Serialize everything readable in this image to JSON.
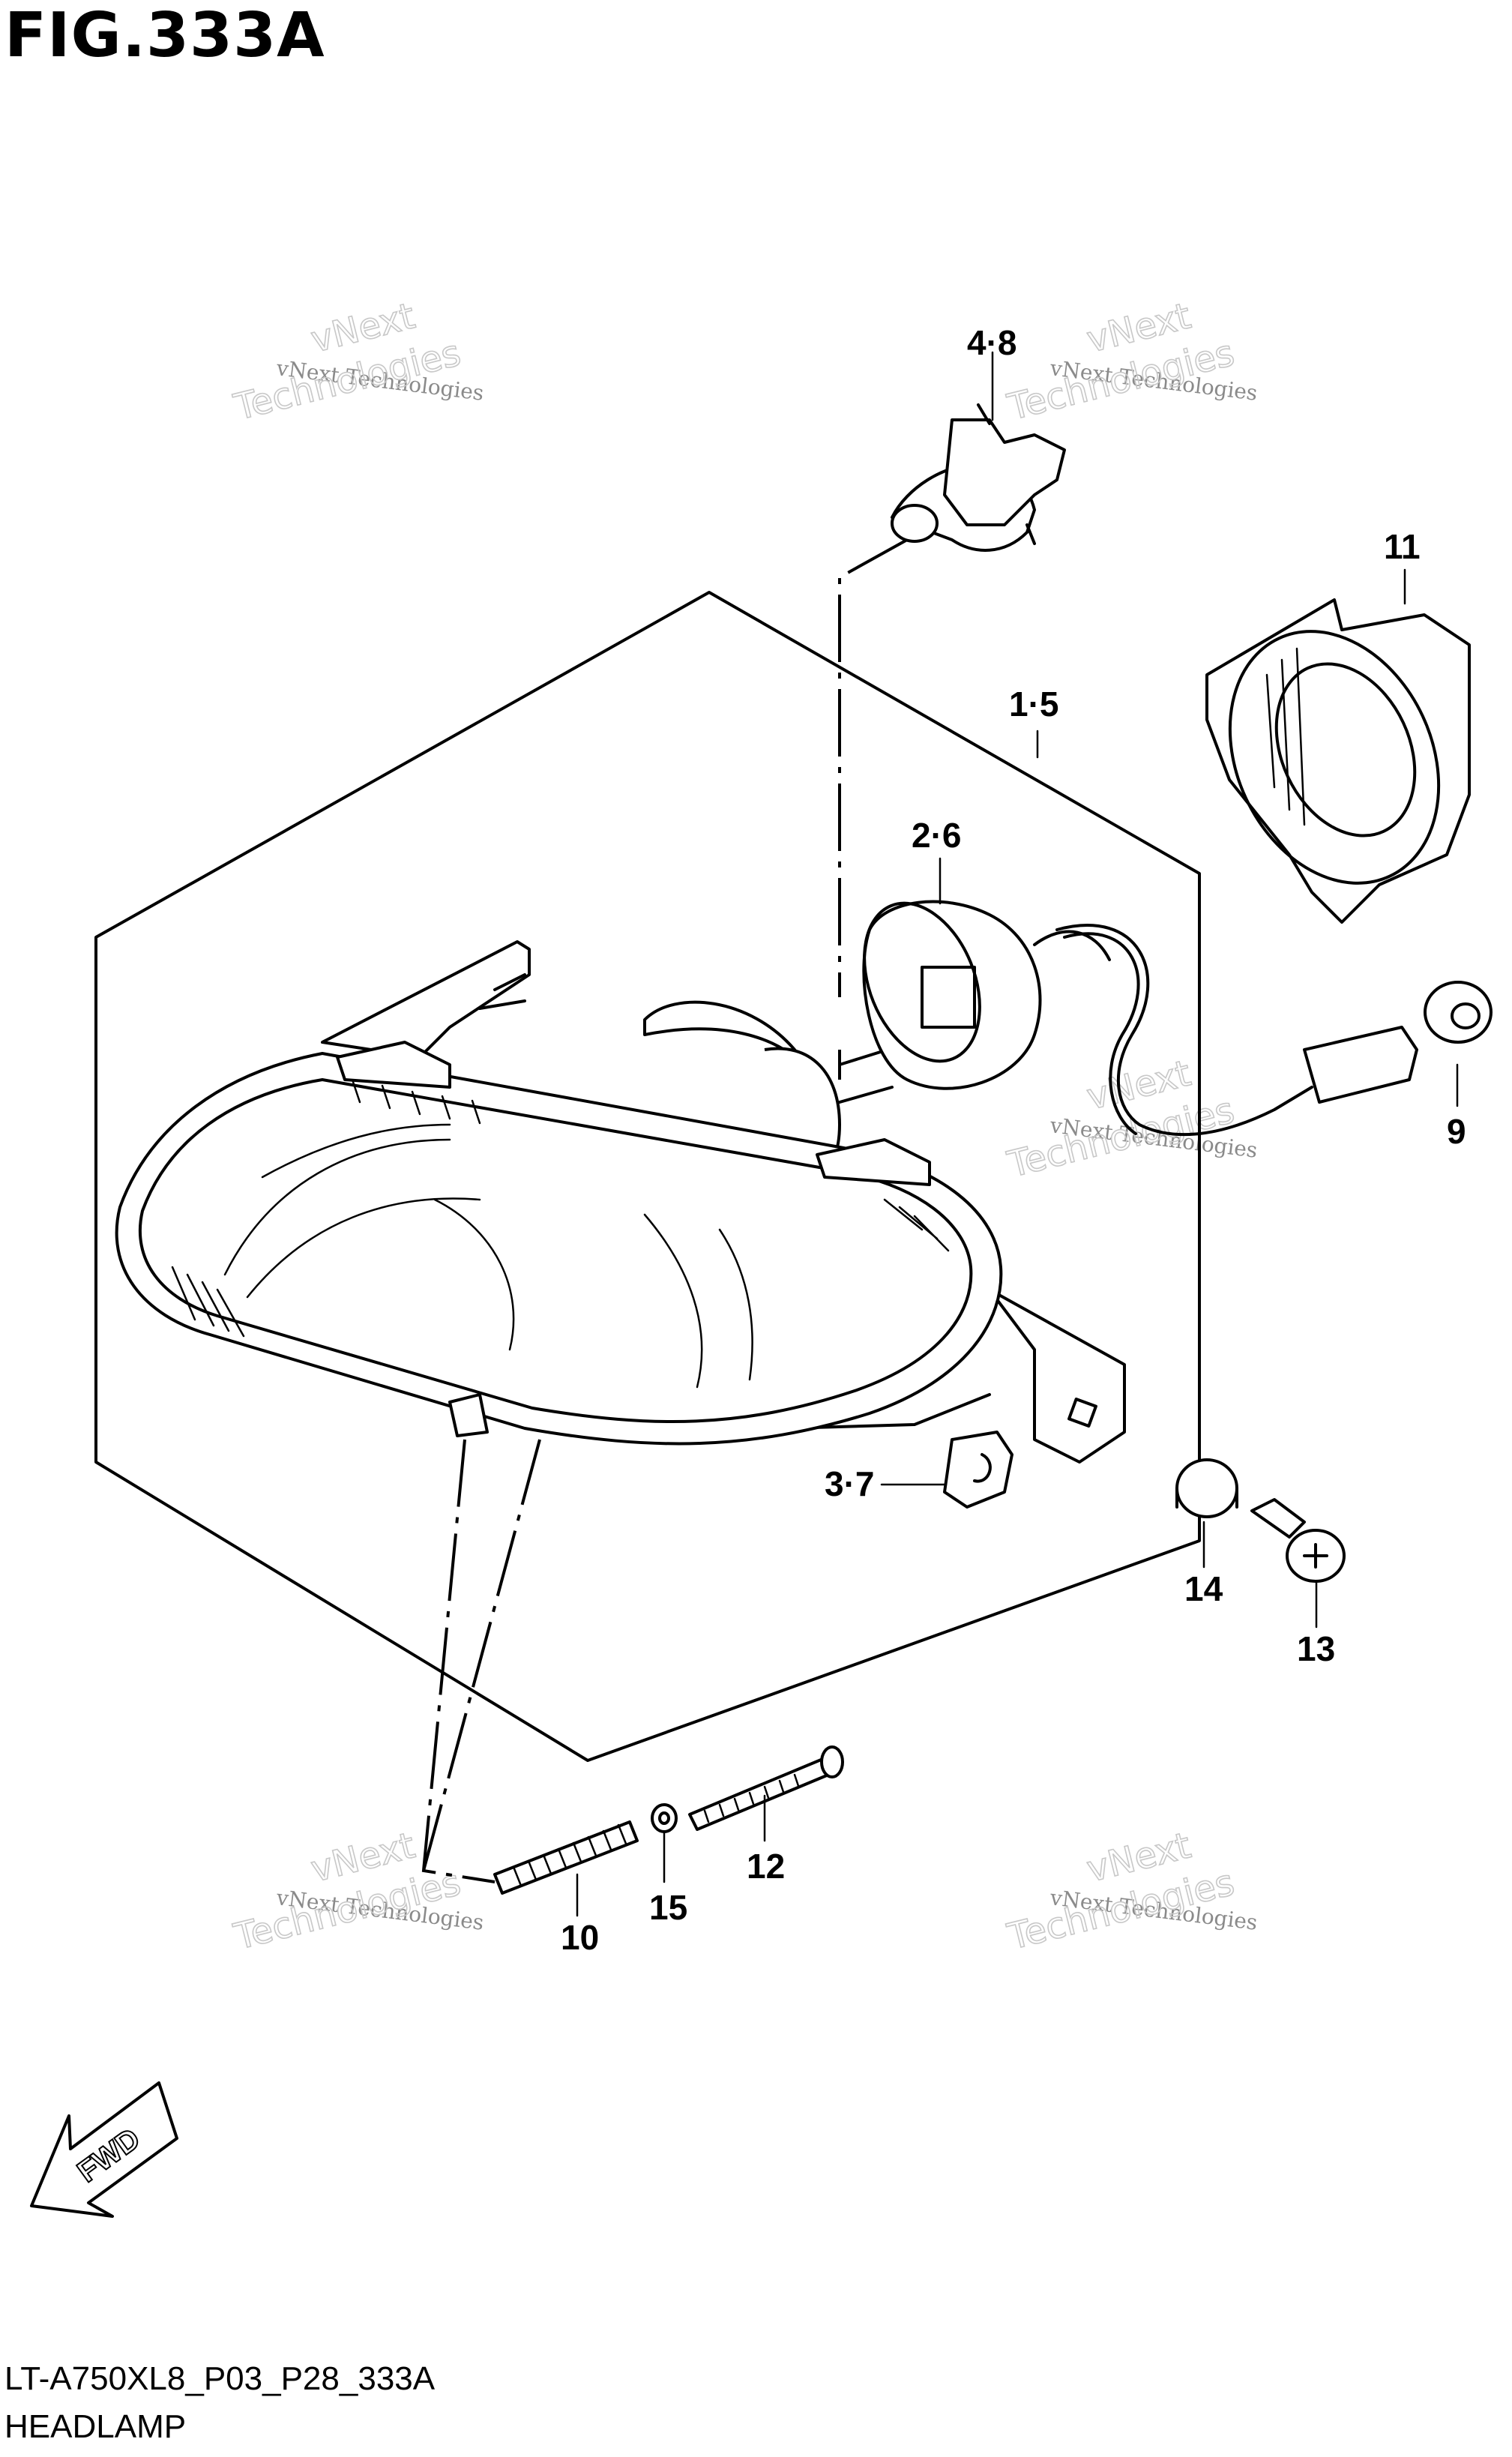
{
  "figure": {
    "title": "FIG.333A",
    "doc_code": "LT-A750XL8_P03_P28_333A",
    "name": "HEADLAMP"
  },
  "callouts": [
    {
      "id": "4-8",
      "label": "4·8"
    },
    {
      "id": "11",
      "label": "11"
    },
    {
      "id": "1-5",
      "label": "1·5"
    },
    {
      "id": "2-6",
      "label": "2·6"
    },
    {
      "id": "9",
      "label": "9"
    },
    {
      "id": "3-7",
      "label": "3·7"
    },
    {
      "id": "14",
      "label": "14"
    },
    {
      "id": "13",
      "label": "13"
    },
    {
      "id": "12",
      "label": "12"
    },
    {
      "id": "15",
      "label": "15"
    },
    {
      "id": "10",
      "label": "10"
    }
  ],
  "watermark": {
    "line1": "vNext Technologies",
    "line2": "vNext",
    "line3": "Technologies"
  },
  "direction_marker": {
    "label": "FWD",
    "icon": "fwd-arrow-icon"
  }
}
